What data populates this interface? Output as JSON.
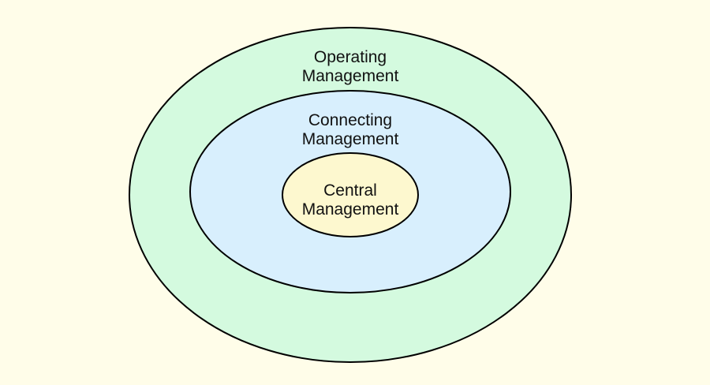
{
  "colors": {
    "background": "#fffde9",
    "outer_fill": "#d4fadf",
    "middle_fill": "#d8effd",
    "inner_fill": "#fdf8cf",
    "stroke": "#000000"
  },
  "diagram": {
    "outer": {
      "line1": "Operating",
      "line2": "Management"
    },
    "middle": {
      "line1": "Connecting",
      "line2": "Management"
    },
    "inner": {
      "line1": "Central",
      "line2": "Management"
    }
  }
}
